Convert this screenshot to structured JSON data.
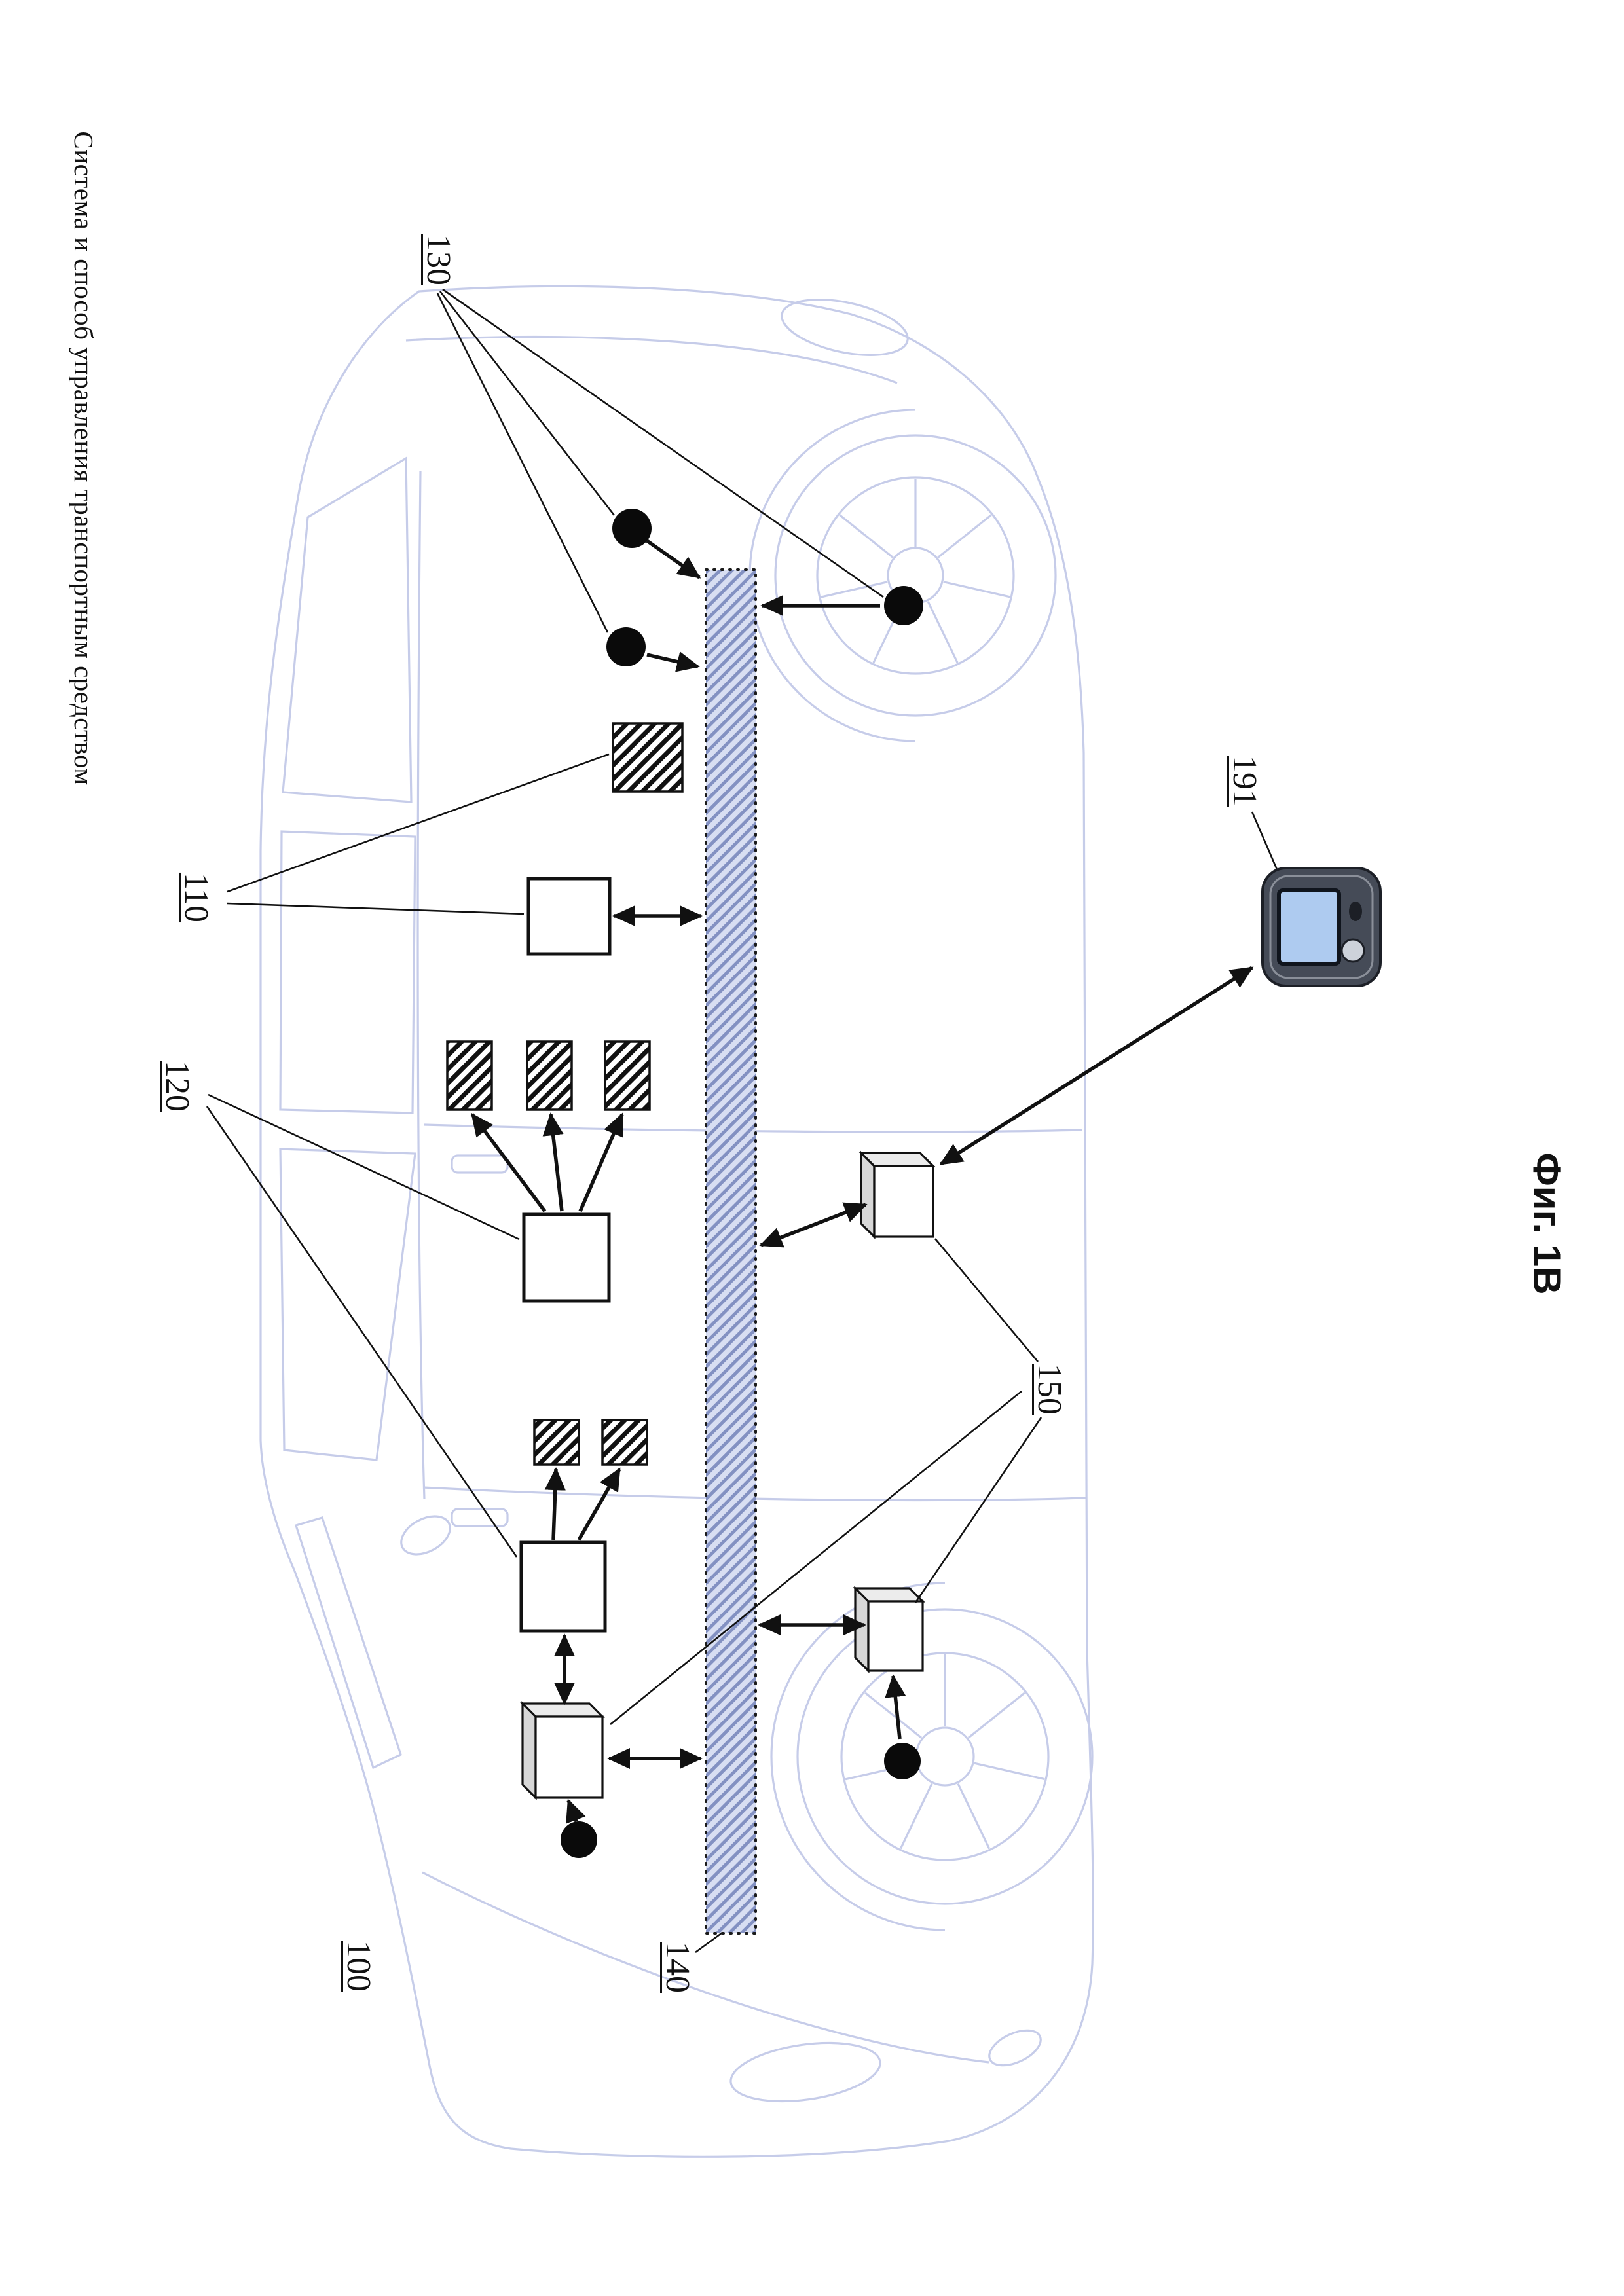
{
  "title": "Система и способ управления транспортным средством",
  "figure_caption": "Фиг. 1В",
  "ref_labels": {
    "system": "100",
    "actuators": "110",
    "control_units": "120",
    "sensors": "130",
    "bus": "140",
    "interfaces": "150",
    "remote_device": "191"
  },
  "colors": {
    "line": "#111111",
    "car_outline": "#c3cae8",
    "bus_fill": "#d8def2",
    "bus_stripe": "#8391c2",
    "hatch": "#111111",
    "device_body": "#454b57",
    "device_screen": "#aecbf0"
  }
}
